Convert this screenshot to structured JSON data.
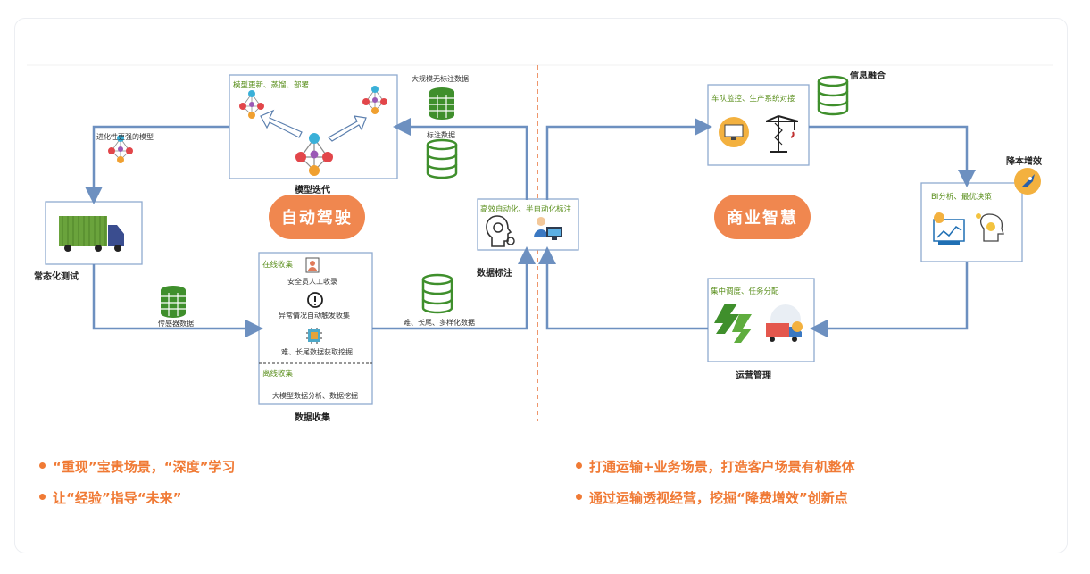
{
  "autonomous": {
    "model_iteration": {
      "box_title": "模型更新、蒸馏、部署",
      "caption": "模型迭代"
    },
    "large_model_label": "大规模无标注数据",
    "labeled_label": "标注数据",
    "evolved_label": "进化性更强的模型",
    "truck_caption": "常态化测试",
    "sensor_label": "传感器数据",
    "center_pill": "自动驾驶",
    "data_collection": {
      "online_title": "在线收集",
      "item1": "安全员人工收录",
      "item2": "异常情况自动触发收集",
      "item3": "难、长尾数据获取挖掘",
      "cloud_title": "离线收集",
      "item4": "大模型数据分析、数据挖掘",
      "caption": "数据收集"
    },
    "hard_data_label": "难、长尾、多样化数据",
    "annotation": {
      "box_title": "高效自动化、半自动化标注",
      "caption": "数据标注"
    }
  },
  "business": {
    "info_fusion": "信息融合",
    "monitor_title": "车队监控、生产系统对接",
    "cost_label": "降本增效",
    "bi_title": "BI分析、最优决策",
    "center_pill": "商业智慧",
    "dispatch_title": "集中调度、任务分配",
    "ops_caption": "运营管理"
  },
  "bullets": {
    "left1": "“重现”宝贵场景，“深度”学习",
    "left2": "让“经验”指导“未来”",
    "right1": "打通运输+业务场景，打造客户场景有机整体",
    "right2": "通过运输透视经营，挖掘“降费增效”创新点"
  },
  "colors": {
    "accent": "#f07a35",
    "pill": "#f0874f",
    "arrow": "#7a9cc6",
    "db": "#3f8f2c",
    "box_border": "#8faad0"
  }
}
